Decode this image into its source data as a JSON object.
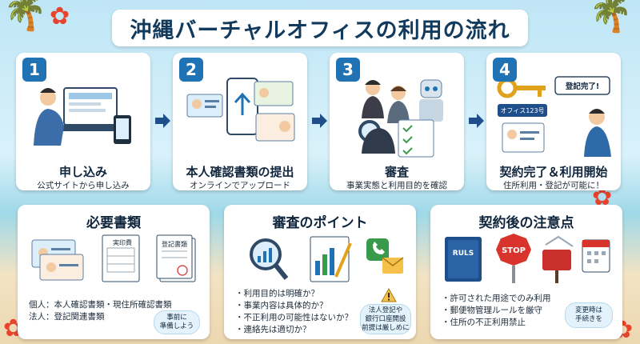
{
  "title": "沖縄バーチャルオフィスの利用の流れ",
  "steps": [
    {
      "num": "1",
      "title": "申し込み",
      "sub": "公式サイトから申し込み"
    },
    {
      "num": "2",
      "title": "本人確認書類の提出",
      "sub": "オンラインでアップロード"
    },
    {
      "num": "3",
      "title": "審査",
      "sub": "事業実態と利用目的を確認"
    },
    {
      "num": "4",
      "title": "契約完了＆利用開始",
      "sub": "住所利用・登記が可能に！",
      "bubble": "登記完了!",
      "address_label": "オフィス123号"
    }
  ],
  "panels": {
    "docs": {
      "title": "必要書類",
      "doc_label_1": "実印費",
      "doc_label_2": "登記書類",
      "items": [
        "個人：本人確認書類・現住所確認書類",
        "法人：登記関連書類"
      ],
      "note": "事前に\n準備しよう"
    },
    "review": {
      "title": "審査のポイント",
      "items": [
        "・利用目的は明確か？",
        "・事業内容は具体的か？",
        "・不正利用の可能性はないか？",
        "・連絡先は適切か？"
      ],
      "note": "法人登記や\n銀行口座開設\n前提は厳しめに"
    },
    "caution": {
      "title": "契約後の注意点",
      "book_label": "RULS",
      "stop_label": "STOP",
      "items": [
        "・許可された用途でのみ利用",
        "・郵便物管理ルールを厳守",
        "・住所の不正利用禁止"
      ],
      "note": "変更時は\n手続きを"
    }
  },
  "colors": {
    "accent": "#1f72b3",
    "title_text": "#123a5c",
    "hibiscus": "#e8432c"
  }
}
